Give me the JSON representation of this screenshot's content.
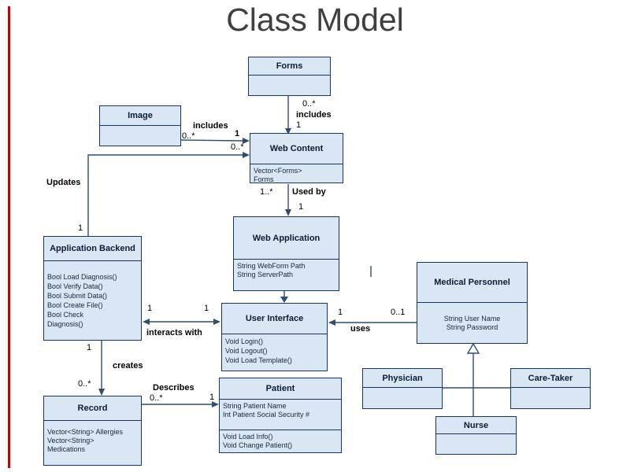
{
  "title": "Class Model",
  "classes": {
    "forms": {
      "name": "Forms"
    },
    "image": {
      "name": "Image"
    },
    "web_content": {
      "name": "Web Content",
      "attributes": [
        "Vector<Forms>",
        "Forms"
      ]
    },
    "web_application": {
      "name": "Web Application",
      "attributes": [
        "String WebForm Path",
        "String ServerPath"
      ]
    },
    "application_backend": {
      "name": "Application Backend",
      "methods": [
        "Bool Load Diagnosis()",
        "Bool Verify Data()",
        "Bool Submit Data()",
        "Bool Create File()",
        "Bool Check Diagnosis()"
      ]
    },
    "user_interface": {
      "name": "User Interface",
      "methods": [
        "Void Login()",
        "Void Logout()",
        "Void Load Template()"
      ]
    },
    "medical_personnel": {
      "name": "Medical Personnel",
      "attributes": [
        "String User Name",
        "String Password"
      ]
    },
    "patient": {
      "name": "Patient",
      "attributes": [
        "String Patient Name",
        "Int Patient Social Security #"
      ],
      "methods": [
        "Void Load Info()",
        "Void Change Patient()"
      ]
    },
    "record": {
      "name": "Record",
      "attributes": [
        "Vector<String> Allergies",
        "Vector<String> Medications"
      ]
    },
    "physician": {
      "name": "Physician"
    },
    "care_taker": {
      "name": "Care-Taker"
    },
    "nurse": {
      "name": "Nurse"
    }
  },
  "relationships": {
    "forms_webcontent": {
      "label": "includes",
      "mult_from": "0..*",
      "mult_to": "1"
    },
    "image_webcontent": {
      "label": "includes",
      "mult_from": "0..*",
      "mult_to": "1"
    },
    "backend_webcontent": {
      "label": "Updates",
      "mult_from": "1",
      "mult_to": "0..*"
    },
    "webcontent_webapp": {
      "label": "Used by",
      "mult_from": "1..*",
      "mult_to": "1"
    },
    "backend_ui": {
      "label": "interacts with",
      "mult_from": "1",
      "mult_to": "1"
    },
    "personnel_ui": {
      "label": "uses",
      "mult_from": "0..1",
      "mult_to": "1"
    },
    "backend_record": {
      "label": "creates",
      "mult_from": "1",
      "mult_to": "0..*"
    },
    "record_patient": {
      "label": "Describes",
      "mult_from": "0..*",
      "mult_to": "1"
    }
  },
  "colors": {
    "box_fill": "#d9e7f5",
    "box_border": "#17365d",
    "connector": "#2f4d6e",
    "title_text": "#3f3f3f",
    "accent_stripe": "#cc0000",
    "label_text": "#000000"
  }
}
